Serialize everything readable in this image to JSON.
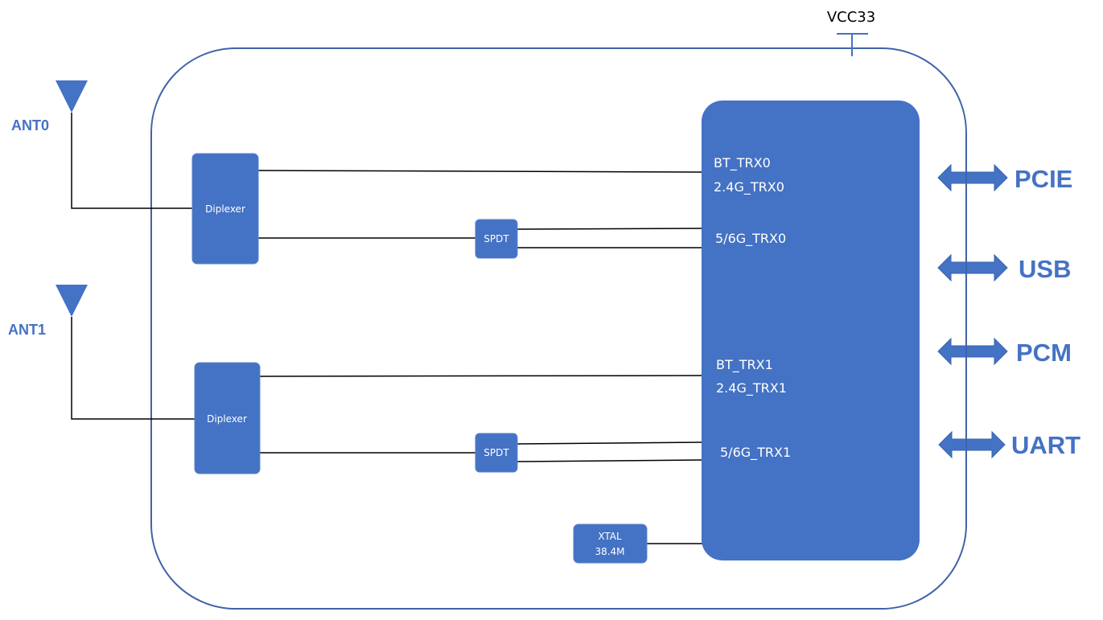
{
  "colors": {
    "block_fill": "#4472c4",
    "module_outline": "#3f64a8",
    "wire": "#000000",
    "label_blue": "#4472c4",
    "text_on_block": "#ffffff"
  },
  "power": {
    "label": "VCC33"
  },
  "antennas": [
    {
      "label": "ANT0",
      "icon": "antenna-icon"
    },
    {
      "label": "ANT1",
      "icon": "antenna-icon"
    }
  ],
  "diplexers": [
    {
      "label": "Diplexer"
    },
    {
      "label": "Diplexer"
    }
  ],
  "switches": [
    {
      "label": "SPDT"
    },
    {
      "label": "SPDT"
    }
  ],
  "crystal": {
    "line1": "XTAL",
    "line2": "38.4M"
  },
  "chip": {
    "pins": [
      "BT_TRX0",
      "2.4G_TRX0",
      "5/6G_TRX0",
      "BT_TRX1",
      "2.4G_TRX1",
      "5/6G_TRX1"
    ]
  },
  "interfaces": [
    {
      "label": "PCIE",
      "icon": "bidirectional-arrow-icon"
    },
    {
      "label": "USB",
      "icon": "bidirectional-arrow-icon"
    },
    {
      "label": "PCM",
      "icon": "bidirectional-arrow-icon"
    },
    {
      "label": "UART",
      "icon": "bidirectional-arrow-icon"
    }
  ]
}
